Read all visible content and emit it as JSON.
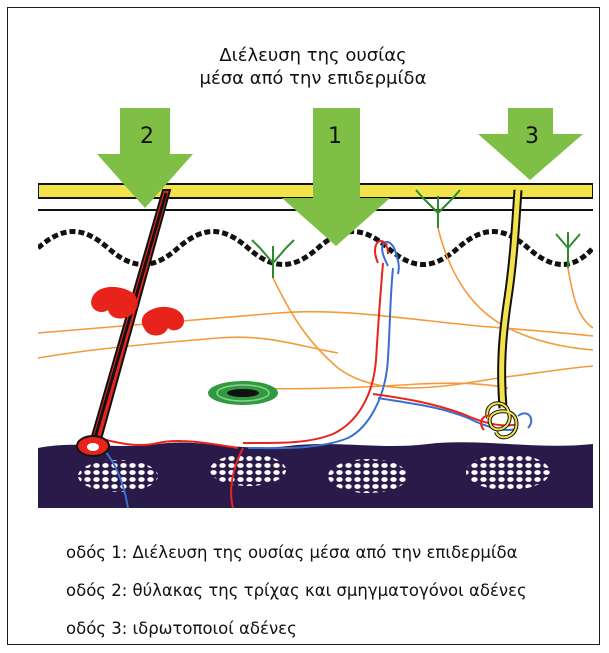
{
  "title": {
    "line1": "Διέλευση της ουσίας",
    "line2": "μέσα από την επιδερμίδα"
  },
  "arrows": [
    {
      "number": "2"
    },
    {
      "number": "1"
    },
    {
      "number": "3"
    }
  ],
  "legend": [
    {
      "text": "οδός 1: Διέλευση της ουσίας μέσα από την επιδερμίδα"
    },
    {
      "text": "οδός 2: θύλακας της τρίχας και σμηγματογόνοι αδένες"
    },
    {
      "text": "οδός 3: ιδρωτοποιοί αδένες"
    }
  ],
  "colors": {
    "arrow": "#7fbf45",
    "stratum": "#f2e34a",
    "hair": "#e8231b",
    "sweat_gland": "#f2e34a",
    "nerve": "#f59a3c",
    "artery": "#e8231b",
    "vein": "#3a6fd0",
    "fat": "#2a1a4a",
    "receptor": "#2f8a2f"
  }
}
